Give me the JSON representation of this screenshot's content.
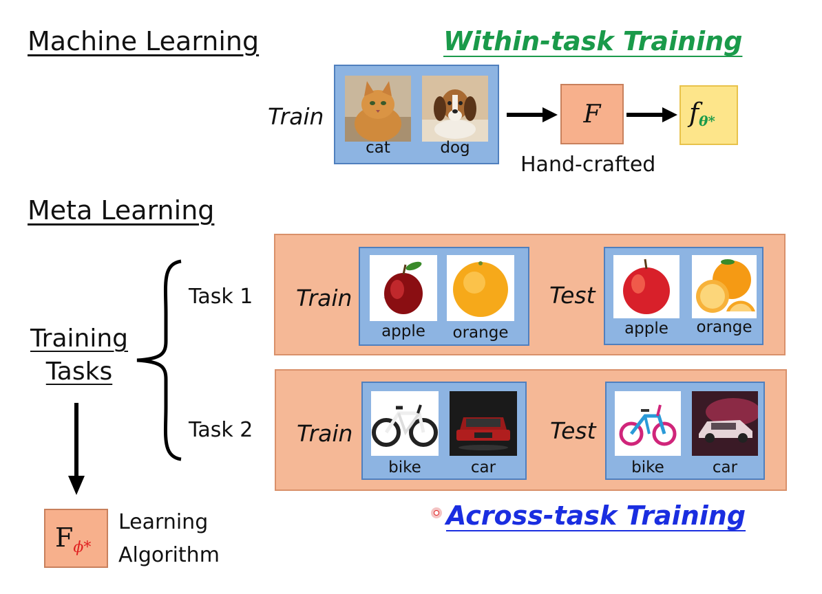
{
  "headings": {
    "machine_learning": "Machine Learning",
    "meta_learning": "Meta Learning",
    "within_task": "Within-task Training",
    "across_task": "Across-task Training"
  },
  "ml": {
    "train_label": "Train",
    "captions": [
      "cat",
      "dog"
    ],
    "f_box": "F",
    "hand_crafted": "Hand-crafted",
    "f_theta_base": "f",
    "f_theta_sub": "θ*"
  },
  "meta": {
    "training_tasks_line1": "Training",
    "training_tasks_line2": "Tasks",
    "task1": "Task 1",
    "task2": "Task 2",
    "train_label": "Train",
    "test_label": "Test",
    "task1_train_captions": [
      "apple",
      "orange"
    ],
    "task1_test_captions": [
      "apple",
      "orange"
    ],
    "task2_train_captions": [
      "bike",
      "car"
    ],
    "task2_test_captions": [
      "bike",
      "car"
    ],
    "f_phi_base": "F",
    "f_phi_sub": "ϕ*",
    "learning_line1": "Learning",
    "learning_line2": "Algorithm"
  },
  "colors": {
    "green": "#1a9a4a",
    "blue": "#1a2ee0",
    "red": "#e02020",
    "box_blue": "#8db4e2",
    "box_orange": "#f5b896"
  }
}
